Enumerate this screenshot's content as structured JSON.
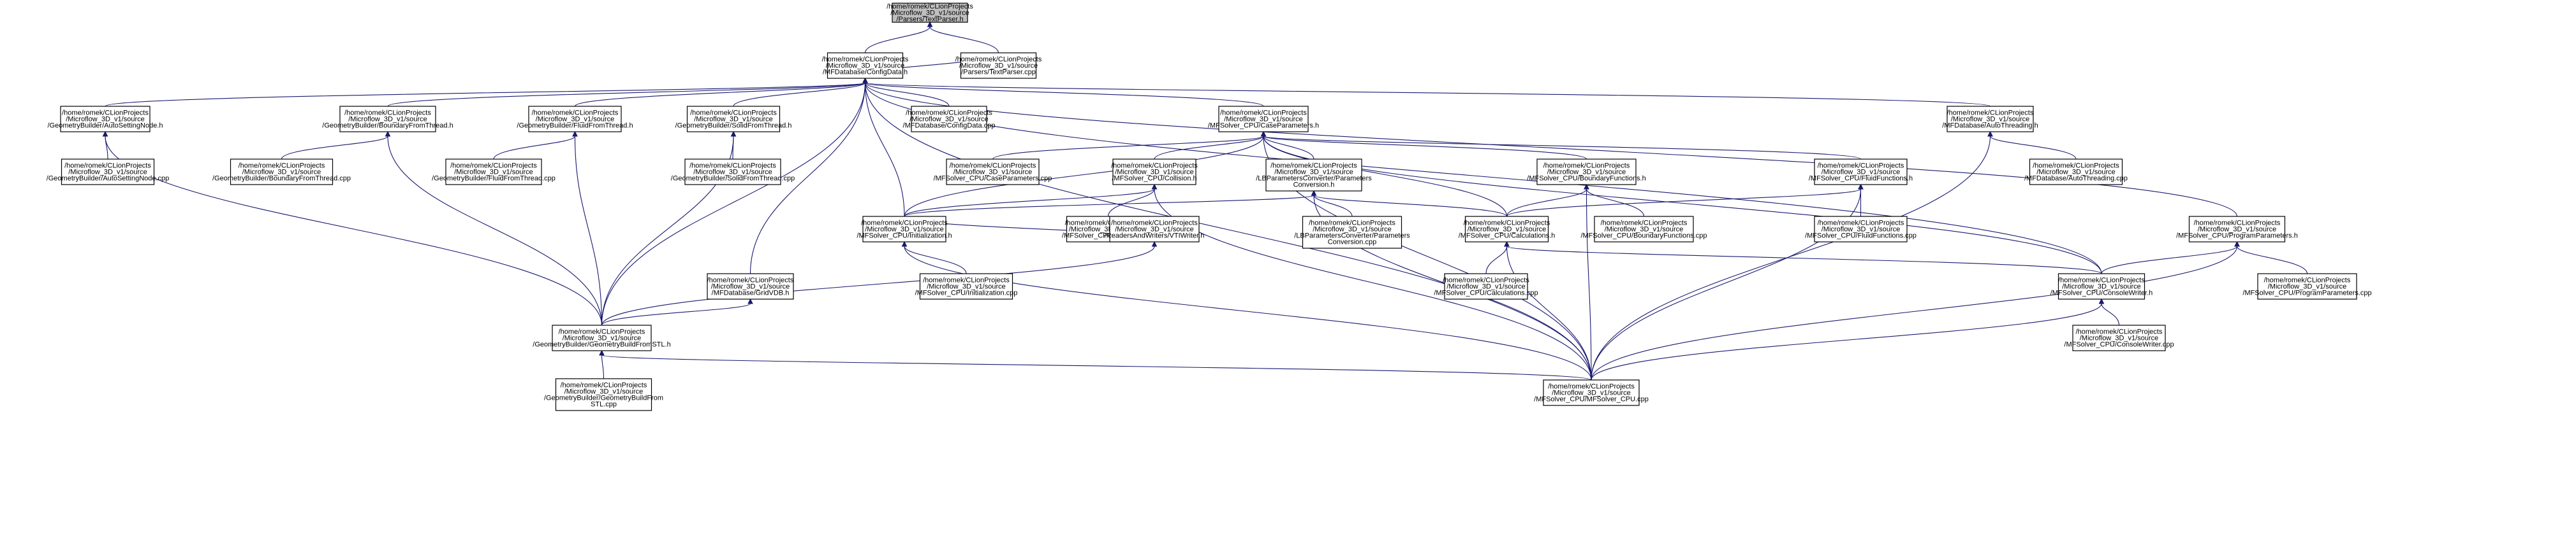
{
  "colors": {
    "edge": "#191970",
    "root_fill": "#bfbfbf",
    "node_fill": "#ffffff",
    "node_stroke": "#000000"
  },
  "nodes": {
    "textparser_h": {
      "label": [
        "/home/romek/CLionProjects",
        "/Microflow_3D_v1/source",
        "/Parsers/TextParser.h"
      ],
      "root": true
    },
    "configdata_h": {
      "label": [
        "/home/romek/CLionProjects",
        "/Microflow_3D_v1/source",
        "/MFDatabase/ConfigData.h"
      ]
    },
    "textparser_cpp": {
      "label": [
        "/home/romek/CLionProjects",
        "/Microflow_3D_v1/source",
        "/Parsers/TextParser.cpp"
      ]
    },
    "autosettingnode_h": {
      "label": [
        "/home/romek/CLionProjects",
        "/Microflow_3D_v1/source",
        "/GeometryBuilder/AutoSettingNode.h"
      ]
    },
    "boundaryfromthread_h": {
      "label": [
        "/home/romek/CLionProjects",
        "/Microflow_3D_v1/source",
        "/GeometryBuilder/BoundaryFromThread.h"
      ]
    },
    "fluidfromthread_h": {
      "label": [
        "/home/romek/CLionProjects",
        "/Microflow_3D_v1/source",
        "/GeometryBuilder/FluidFromThread.h"
      ]
    },
    "solidfromthread_h": {
      "label": [
        "/home/romek/CLionProjects",
        "/Microflow_3D_v1/source",
        "/GeometryBuilder/SolidFromThread.h"
      ]
    },
    "configdata_cpp": {
      "label": [
        "/home/romek/CLionProjects",
        "/Microflow_3D_v1/source",
        "/MFDatabase/ConfigData.cpp"
      ]
    },
    "caseparameters_h": {
      "label": [
        "/home/romek/CLionProjects",
        "/Microflow_3D_v1/source",
        "/MFSolver_CPU/CaseParameters.h"
      ]
    },
    "autothreading_h": {
      "label": [
        "/home/romek/CLionProjects",
        "/Microflow_3D_v1/source",
        "/MFDatabase/AutoThreading.h"
      ]
    },
    "autosettingnode_cpp": {
      "label": [
        "/home/romek/CLionProjects",
        "/Microflow_3D_v1/source",
        "/GeometryBuilder/AutoSettingNode.cpp"
      ]
    },
    "boundaryfromthread_cpp": {
      "label": [
        "/home/romek/CLionProjects",
        "/Microflow_3D_v1/source",
        "/GeometryBuilder/BoundaryFromThread.cpp"
      ]
    },
    "fluidfromthread_cpp": {
      "label": [
        "/home/romek/CLionProjects",
        "/Microflow_3D_v1/source",
        "/GeometryBuilder/FluidFromThread.cpp"
      ]
    },
    "solidfromthread_cpp": {
      "label": [
        "/home/romek/CLionProjects",
        "/Microflow_3D_v1/source",
        "/GeometryBuilder/SolidFromThread.cpp"
      ]
    },
    "caseparameters_cpp": {
      "label": [
        "/home/romek/CLionProjects",
        "/Microflow_3D_v1/source",
        "/MFSolver_CPU/CaseParameters.cpp"
      ]
    },
    "collision_h": {
      "label": [
        "/home/romek/CLionProjects",
        "/Microflow_3D_v1/source",
        "/MFSolver_CPU/Collision.h"
      ]
    },
    "lbparamconv_h": {
      "label": [
        "/home/romek/CLionProjects",
        "/Microflow_3D_v1/source",
        "/LBParametersConverter/Parameters",
        "Conversion.h"
      ]
    },
    "boundaryfunctions_h": {
      "label": [
        "/home/romek/CLionProjects",
        "/Microflow_3D_v1/source",
        "/MFSolver_CPU/BoundaryFunctions.h"
      ]
    },
    "fluidfunctions_h": {
      "label": [
        "/home/romek/CLionProjects",
        "/Microflow_3D_v1/source",
        "/MFSolver_CPU/FluidFunctions.h"
      ]
    },
    "autothreading_cpp": {
      "label": [
        "/home/romek/CLionProjects",
        "/Microflow_3D_v1/source",
        "/MFDatabase/AutoThreading.cpp"
      ]
    },
    "initialization_h": {
      "label": [
        "/home/romek/CLionProjects",
        "/Microflow_3D_v1/source",
        "/MFSolver_CPU/Initialization.h"
      ]
    },
    "collision_cpp": {
      "label": [
        "/home/romek/CLionProjects",
        "/Microflow_3D_v1/source",
        "/MFSolver_CPU/Collision.cpp"
      ]
    },
    "vtiwriter_h": {
      "label": [
        "/home/romek/CLionProjects",
        "/Microflow_3D_v1/source",
        "/ReadersAndWriters/VTIWriter.h"
      ]
    },
    "lbparamconv_cpp": {
      "label": [
        "/home/romek/CLionProjects",
        "/Microflow_3D_v1/source",
        "/LBParametersConverter/Parameters",
        "Conversion.cpp"
      ]
    },
    "calculations_h": {
      "label": [
        "/home/romek/CLionProjects",
        "/Microflow_3D_v1/source",
        "/MFSolver_CPU/Calculations.h"
      ]
    },
    "boundaryfunctions_cpp": {
      "label": [
        "/home/romek/CLionProjects",
        "/Microflow_3D_v1/source",
        "/MFSolver_CPU/BoundaryFunctions.cpp"
      ]
    },
    "fluidfunctions_cpp": {
      "label": [
        "/home/romek/CLionProjects",
        "/Microflow_3D_v1/source",
        "/MFSolver_CPU/FluidFunctions.cpp"
      ]
    },
    "programparameters_h": {
      "label": [
        "/home/romek/CLionProjects",
        "/Microflow_3D_v1/source",
        "/MFSolver_CPU/ProgramParameters.h"
      ]
    },
    "gridvdb_h": {
      "label": [
        "/home/romek/CLionProjects",
        "/Microflow_3D_v1/source",
        "/MFDatabase/GridVDB.h"
      ]
    },
    "initialization_cpp": {
      "label": [
        "/home/romek/CLionProjects",
        "/Microflow_3D_v1/source",
        "/MFSolver_CPU/Initialization.cpp"
      ]
    },
    "calculations_cpp": {
      "label": [
        "/home/romek/CLionProjects",
        "/Microflow_3D_v1/source",
        "/MFSolver_CPU/Calculations.cpp"
      ]
    },
    "consolewriter_h": {
      "label": [
        "/home/romek/CLionProjects",
        "/Microflow_3D_v1/source",
        "/MFSolver_CPU/ConsoleWriter.h"
      ]
    },
    "programparameters_cpp": {
      "label": [
        "/home/romek/CLionProjects",
        "/Microflow_3D_v1/source",
        "/MFSolver_CPU/ProgramParameters.cpp"
      ]
    },
    "geombuildfromstl_h": {
      "label": [
        "/home/romek/CLionProjects",
        "/Microflow_3D_v1/source",
        "/GeometryBuilder/GeometryBuildFromSTL.h"
      ]
    },
    "consolewriter_cpp": {
      "label": [
        "/home/romek/CLionProjects",
        "/Microflow_3D_v1/source",
        "/MFSolver_CPU/ConsoleWriter.cpp"
      ]
    },
    "mfsolver_cpu_cpp": {
      "label": [
        "/home/romek/CLionProjects",
        "/Microflow_3D_v1/source",
        "/MFSolver_CPU/MFSolver_CPU.cpp"
      ]
    },
    "geombuildfromstl_cpp": {
      "label": [
        "/home/romek/CLionProjects",
        "/Microflow_3D_v1/source",
        "/GeometryBuilder/GeometryBuildFrom",
        "STL.cpp"
      ]
    }
  },
  "edges": [
    [
      "configdata_h",
      "textparser_h"
    ],
    [
      "textparser_cpp",
      "textparser_h"
    ],
    [
      "textparser_cpp",
      "configdata_h"
    ],
    [
      "autosettingnode_h",
      "configdata_h"
    ],
    [
      "boundaryfromthread_h",
      "configdata_h"
    ],
    [
      "fluidfromthread_h",
      "configdata_h"
    ],
    [
      "solidfromthread_h",
      "configdata_h"
    ],
    [
      "configdata_cpp",
      "configdata_h"
    ],
    [
      "caseparameters_h",
      "configdata_h"
    ],
    [
      "autothreading_h",
      "configdata_h"
    ],
    [
      "programparameters_h",
      "configdata_h"
    ],
    [
      "consolewriter_h",
      "configdata_h"
    ],
    [
      "mfsolver_cpu_cpp",
      "configdata_h"
    ],
    [
      "geombuildfromstl_h",
      "configdata_h"
    ],
    [
      "initialization_h",
      "configdata_h"
    ],
    [
      "gridvdb_h",
      "configdata_h"
    ],
    [
      "autosettingnode_cpp",
      "autosettingnode_h"
    ],
    [
      "geombuildfromstl_h",
      "autosettingnode_h"
    ],
    [
      "boundaryfromthread_cpp",
      "boundaryfromthread_h"
    ],
    [
      "geombuildfromstl_h",
      "boundaryfromthread_h"
    ],
    [
      "fluidfromthread_cpp",
      "fluidfromthread_h"
    ],
    [
      "geombuildfromstl_h",
      "fluidfromthread_h"
    ],
    [
      "solidfromthread_cpp",
      "solidfromthread_h"
    ],
    [
      "geombuildfromstl_h",
      "solidfromthread_h"
    ],
    [
      "caseparameters_cpp",
      "caseparameters_h"
    ],
    [
      "collision_h",
      "caseparameters_h"
    ],
    [
      "lbparamconv_h",
      "caseparameters_h"
    ],
    [
      "boundaryfunctions_h",
      "caseparameters_h"
    ],
    [
      "fluidfunctions_h",
      "caseparameters_h"
    ],
    [
      "initialization_h",
      "caseparameters_h"
    ],
    [
      "calculations_h",
      "caseparameters_h"
    ],
    [
      "consolewriter_h",
      "caseparameters_h"
    ],
    [
      "mfsolver_cpu_cpp",
      "caseparameters_h"
    ],
    [
      "autothreading_cpp",
      "autothreading_h"
    ],
    [
      "mfsolver_cpu_cpp",
      "autothreading_h"
    ],
    [
      "collision_cpp",
      "collision_h"
    ],
    [
      "initialization_h",
      "collision_h"
    ],
    [
      "mfsolver_cpu_cpp",
      "collision_h"
    ],
    [
      "lbparamconv_cpp",
      "lbparamconv_h"
    ],
    [
      "calculations_h",
      "lbparamconv_h"
    ],
    [
      "initialization_h",
      "lbparamconv_h"
    ],
    [
      "mfsolver_cpu_cpp",
      "lbparamconv_h"
    ],
    [
      "boundaryfunctions_cpp",
      "boundaryfunctions_h"
    ],
    [
      "calculations_h",
      "boundaryfunctions_h"
    ],
    [
      "mfsolver_cpu_cpp",
      "boundaryfunctions_h"
    ],
    [
      "fluidfunctions_cpp",
      "fluidfunctions_h"
    ],
    [
      "calculations_h",
      "fluidfunctions_h"
    ],
    [
      "mfsolver_cpu_cpp",
      "fluidfunctions_h"
    ],
    [
      "initialization_cpp",
      "initialization_h"
    ],
    [
      "mfsolver_cpu_cpp",
      "initialization_h"
    ],
    [
      "initialization_h",
      "vtiwriter_h"
    ],
    [
      "geombuildfromstl_h",
      "vtiwriter_h"
    ],
    [
      "calculations_cpp",
      "calculations_h"
    ],
    [
      "mfsolver_cpu_cpp",
      "calculations_h"
    ],
    [
      "consolewriter_h",
      "calculations_h"
    ],
    [
      "consolewriter_h",
      "programparameters_h"
    ],
    [
      "programparameters_cpp",
      "programparameters_h"
    ],
    [
      "mfsolver_cpu_cpp",
      "programparameters_h"
    ],
    [
      "geombuildfromstl_h",
      "gridvdb_h"
    ],
    [
      "consolewriter_cpp",
      "consolewriter_h"
    ],
    [
      "mfsolver_cpu_cpp",
      "consolewriter_h"
    ],
    [
      "geombuildfromstl_cpp",
      "geombuildfromstl_h"
    ],
    [
      "mfsolver_cpu_cpp",
      "geombuildfromstl_h"
    ]
  ]
}
